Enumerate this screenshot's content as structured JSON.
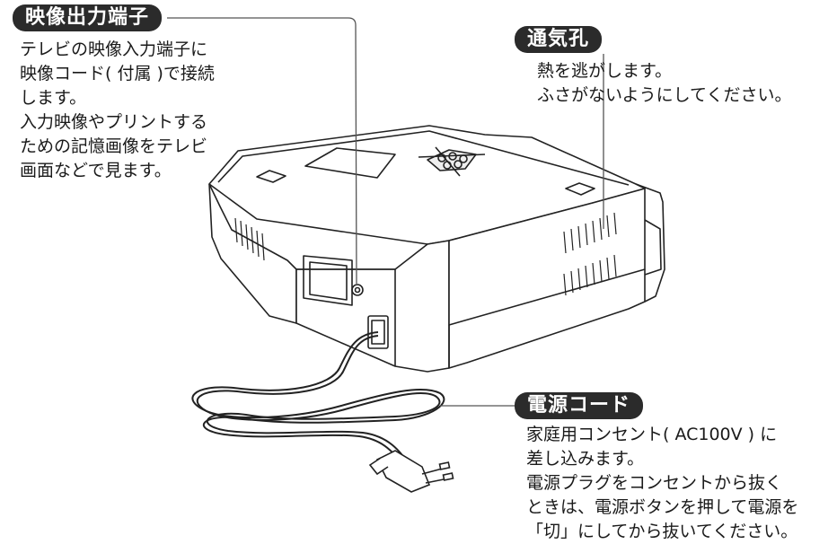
{
  "callouts": {
    "video_out": {
      "title": "映像出力端子",
      "lines": [
        "テレビの映像入力端子に",
        "映像コード( 付属 )で接続",
        "します。",
        "入力映像やプリントする",
        "ための記憶画像をテレビ",
        "画面などで見ます。"
      ]
    },
    "vent": {
      "title": "通気孔",
      "lines": [
        "熱を逃がします。",
        "ふさがないようにしてください。"
      ]
    },
    "power_cord": {
      "title": "電源コード",
      "lines": [
        "家庭用コンセント( AC100V ) に",
        "差し込みます。",
        "電源プラグをコンセントから抜く",
        "ときは、電源ボタンを押して電源を",
        "「切」にしてから抜いてください。"
      ]
    }
  },
  "colors": {
    "label_bg": "#2b2b2b",
    "label_text": "#ffffff",
    "line_art": "#222222",
    "leader": "#555555"
  }
}
